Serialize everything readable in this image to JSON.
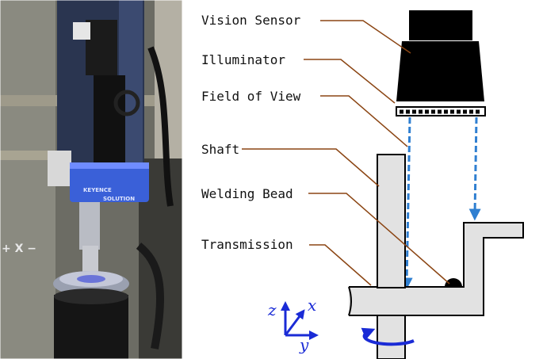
{
  "labels": {
    "vision_sensor": "Vision Sensor",
    "illuminator": "Illuminator",
    "field_of_view": "Field of View",
    "shaft": "Shaft",
    "welding_bead": "Welding Bead",
    "transmission": "Transmission"
  },
  "axes": {
    "z": "z",
    "x": "x",
    "y": "y"
  },
  "photo": {
    "sensor_brand": "KEYENCE",
    "sensor_model": "SOLUTION",
    "rail_label": "+ X −"
  },
  "colors": {
    "leader": "#8b4513",
    "fov": "#2f7fd1",
    "axis": "#1a2bd6",
    "part_fill": "#e2e2e2"
  }
}
